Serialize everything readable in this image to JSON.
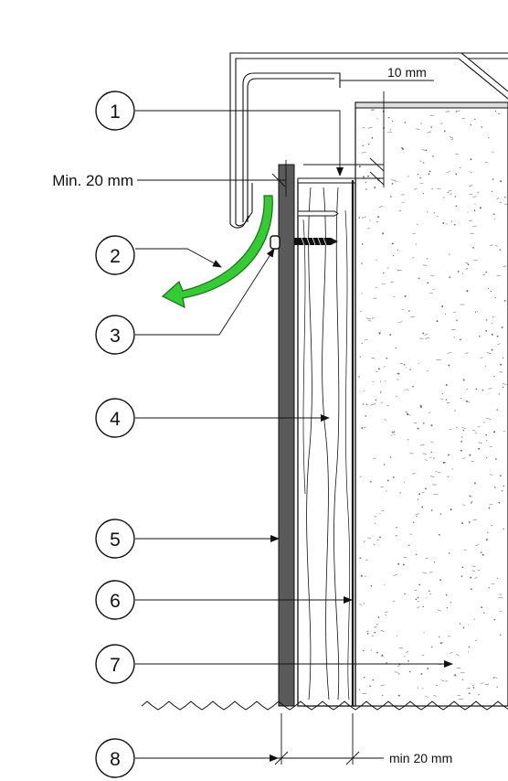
{
  "callouts": [
    "1",
    "2",
    "3",
    "4",
    "5",
    "6",
    "7",
    "8"
  ],
  "dimensions": {
    "top_gap": "10 mm",
    "min_overlap": "Min. 20 mm",
    "bottom_gap": "min 20 mm"
  },
  "colors": {
    "line": "#111111",
    "cladding": "#5a5a5a",
    "arrow_green": "#33cc33",
    "concrete_speck": "#666666"
  }
}
